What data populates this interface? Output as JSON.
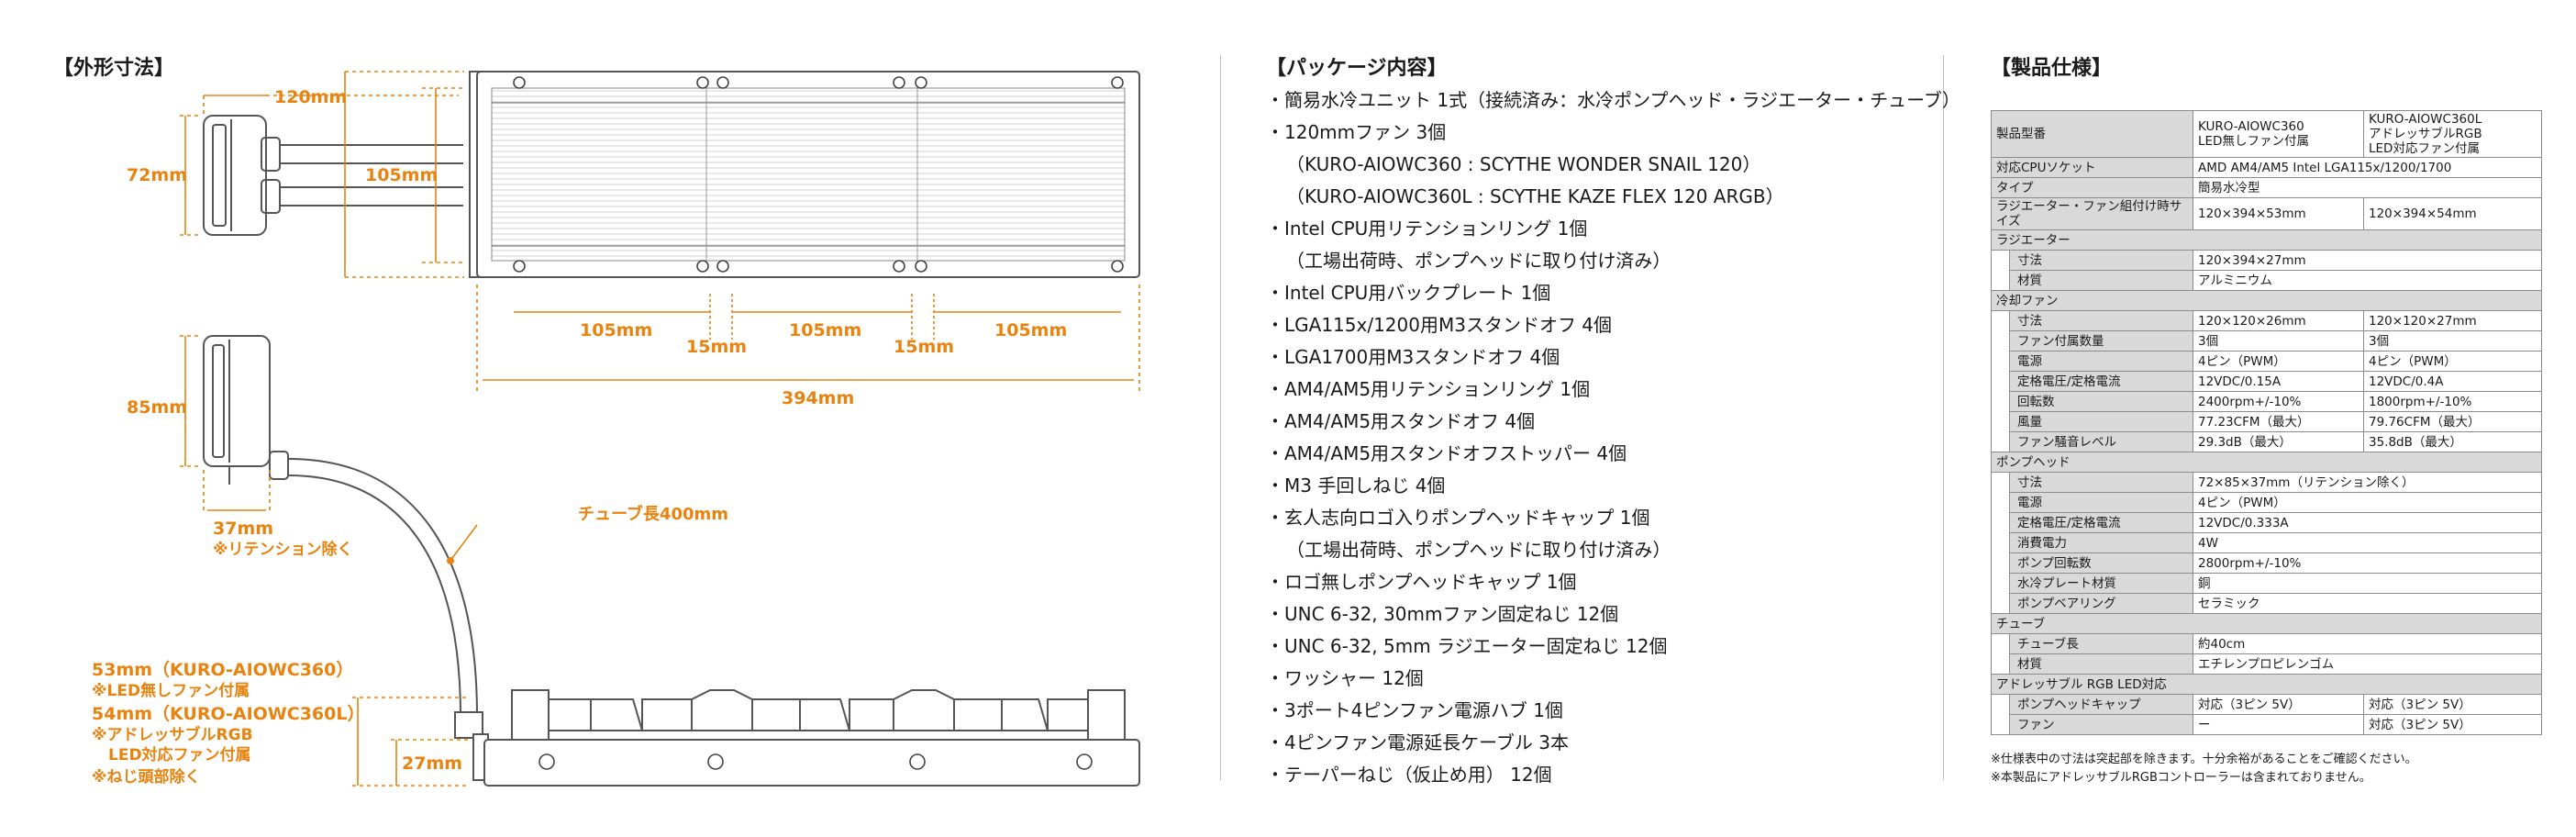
{
  "sections": {
    "dimensions_title": "【外形寸法】",
    "package_title": "【パッケージ内容】",
    "spec_title": "【製品仕様】"
  },
  "diagram": {
    "top_labels": {
      "d120": "120mm",
      "d72": "72mm",
      "d105v": "105mm",
      "d105a": "105mm",
      "d15a": "15mm",
      "d105b": "105mm",
      "d15b": "15mm",
      "d105c": "105mm",
      "d394": "394mm"
    },
    "side_labels": {
      "d85": "85mm",
      "d37": "37mm",
      "retention_note": "※リテンション除く",
      "tube_length": "チューブ長400mm",
      "d27": "27mm"
    },
    "thickness_notes": {
      "line1": "53mm（KURO-AIOWC360）",
      "line2": "※LED無しファン付属",
      "line3": "54mm（KURO-AIOWC360L）",
      "line4": "※アドレッサブルRGB",
      "line5": "LED対応ファン付属",
      "line6": "※ねじ頭部除く"
    }
  },
  "package": {
    "items": [
      {
        "text": "・簡易水冷ユニット 1式（接続済み：水冷ポンプヘッド・ラジエーター・チューブ）",
        "indent": false
      },
      {
        "text": "・120mmファン 3個",
        "indent": false
      },
      {
        "text": "（KURO-AIOWC360 : SCYTHE WONDER SNAIL 120）",
        "indent": true
      },
      {
        "text": "（KURO-AIOWC360L : SCYTHE KAZE FLEX 120 ARGB）",
        "indent": true
      },
      {
        "text": "・Intel CPU用リテンションリング 1個",
        "indent": false
      },
      {
        "text": "（工場出荷時、ポンプヘッドに取り付け済み）",
        "indent": true
      },
      {
        "text": "・Intel CPU用バックプレート 1個",
        "indent": false
      },
      {
        "text": "・LGA115x/1200用M3スタンドオフ 4個",
        "indent": false
      },
      {
        "text": "・LGA1700用M3スタンドオフ 4個",
        "indent": false
      },
      {
        "text": "・AM4/AM5用リテンションリング 1個",
        "indent": false
      },
      {
        "text": "・AM4/AM5用スタンドオフ 4個",
        "indent": false
      },
      {
        "text": "・AM4/AM5用スタンドオフストッパー 4個",
        "indent": false
      },
      {
        "text": "・M3 手回しねじ 4個",
        "indent": false
      },
      {
        "text": "・玄人志向ロゴ入りポンプヘッドキャップ 1個",
        "indent": false
      },
      {
        "text": "（工場出荷時、ポンプヘッドに取り付け済み）",
        "indent": true
      },
      {
        "text": "・ロゴ無しポンプヘッドキャップ 1個",
        "indent": false
      },
      {
        "text": "・UNC 6-32, 30mmファン固定ねじ 12個",
        "indent": false
      },
      {
        "text": "・UNC 6-32, 5mm ラジエーター固定ねじ 12個",
        "indent": false
      },
      {
        "text": "・ワッシャー 12個",
        "indent": false
      },
      {
        "text": "・3ポート4ピンファン電源ハブ 1個",
        "indent": false
      },
      {
        "text": "・4ピンファン電源延長ケーブル 3本",
        "indent": false
      },
      {
        "text": "・テーパーねじ（仮止め用） 12個",
        "indent": false
      }
    ]
  },
  "spec": {
    "model_label": "製品型番",
    "model_a": "KURO-AIOWC360\nLED無しファン付属",
    "model_b": "KURO-AIOWC360L\nアドレッサブルRGB\nLED対応ファン付属",
    "cpu_label": "対応CPUソケット",
    "cpu_value": "AMD AM4/AM5 Intel LGA115x/1200/1700",
    "type_label": "タイプ",
    "type_value": "簡易水冷型",
    "size_label": "ラジエーター・ファン組付け時サイズ",
    "size_a": "120×394×53mm",
    "size_b": "120×394×54mm",
    "radiator_section": "ラジエーター",
    "rad_size_label": "寸法",
    "rad_size_value": "120×394×27mm",
    "rad_mat_label": "材質",
    "rad_mat_value": "アルミニウム",
    "fan_section": "冷却ファン",
    "fan_rows": [
      {
        "label": "寸法",
        "a": "120×120×26mm",
        "b": "120×120×27mm"
      },
      {
        "label": "ファン付属数量",
        "a": "3個",
        "b": "3個"
      },
      {
        "label": "電源",
        "a": "4ピン（PWM）",
        "b": "4ピン（PWM）"
      },
      {
        "label": "定格電圧/定格電流",
        "a": "12VDC/0.15A",
        "b": "12VDC/0.4A"
      },
      {
        "label": "回転数",
        "a": "2400rpm+/-10%",
        "b": "1800rpm+/-10%"
      },
      {
        "label": "風量",
        "a": "77.23CFM（最大）",
        "b": "79.76CFM（最大）"
      },
      {
        "label": "ファン騒音レベル",
        "a": "29.3dB（最大）",
        "b": "35.8dB（最大）"
      }
    ],
    "pump_section": "ポンプヘッド",
    "pump_rows": [
      {
        "label": "寸法",
        "value": "72×85×37mm（リテンション除く）"
      },
      {
        "label": "電源",
        "value": "4ピン（PWM）"
      },
      {
        "label": "定格電圧/定格電流",
        "value": "12VDC/0.333A"
      },
      {
        "label": "消費電力",
        "value": "4W"
      },
      {
        "label": "ポンプ回転数",
        "value": "2800rpm+/-10%"
      },
      {
        "label": "水冷プレート材質",
        "value": "銅"
      },
      {
        "label": "ポンプベアリング",
        "value": "セラミック"
      }
    ],
    "tube_section": "チューブ",
    "tube_len_label": "チューブ長",
    "tube_len_value": "約40cm",
    "tube_mat_label": "材質",
    "tube_mat_value": "エチレンプロピレンゴム",
    "rgb_section": "アドレッサブル RGB LED対応",
    "rgb_cap_label": "ポンプヘッドキャップ",
    "rgb_cap_a": "対応（3ピン 5V）",
    "rgb_cap_b": "対応（3ピン 5V）",
    "rgb_fan_label": "ファン",
    "rgb_fan_a": "ー",
    "rgb_fan_b": "対応（3ピン 5V）"
  },
  "footnotes": {
    "note1": "※仕様表中の寸法は突起部を除きます。十分余裕があることをご確認ください。",
    "note2": "※本製品にアドレッサブルRGBコントローラーは含まれておりません。"
  },
  "colors": {
    "accent": "#e8830f",
    "line": "#555555",
    "header_fill": "#d9d9d9"
  }
}
